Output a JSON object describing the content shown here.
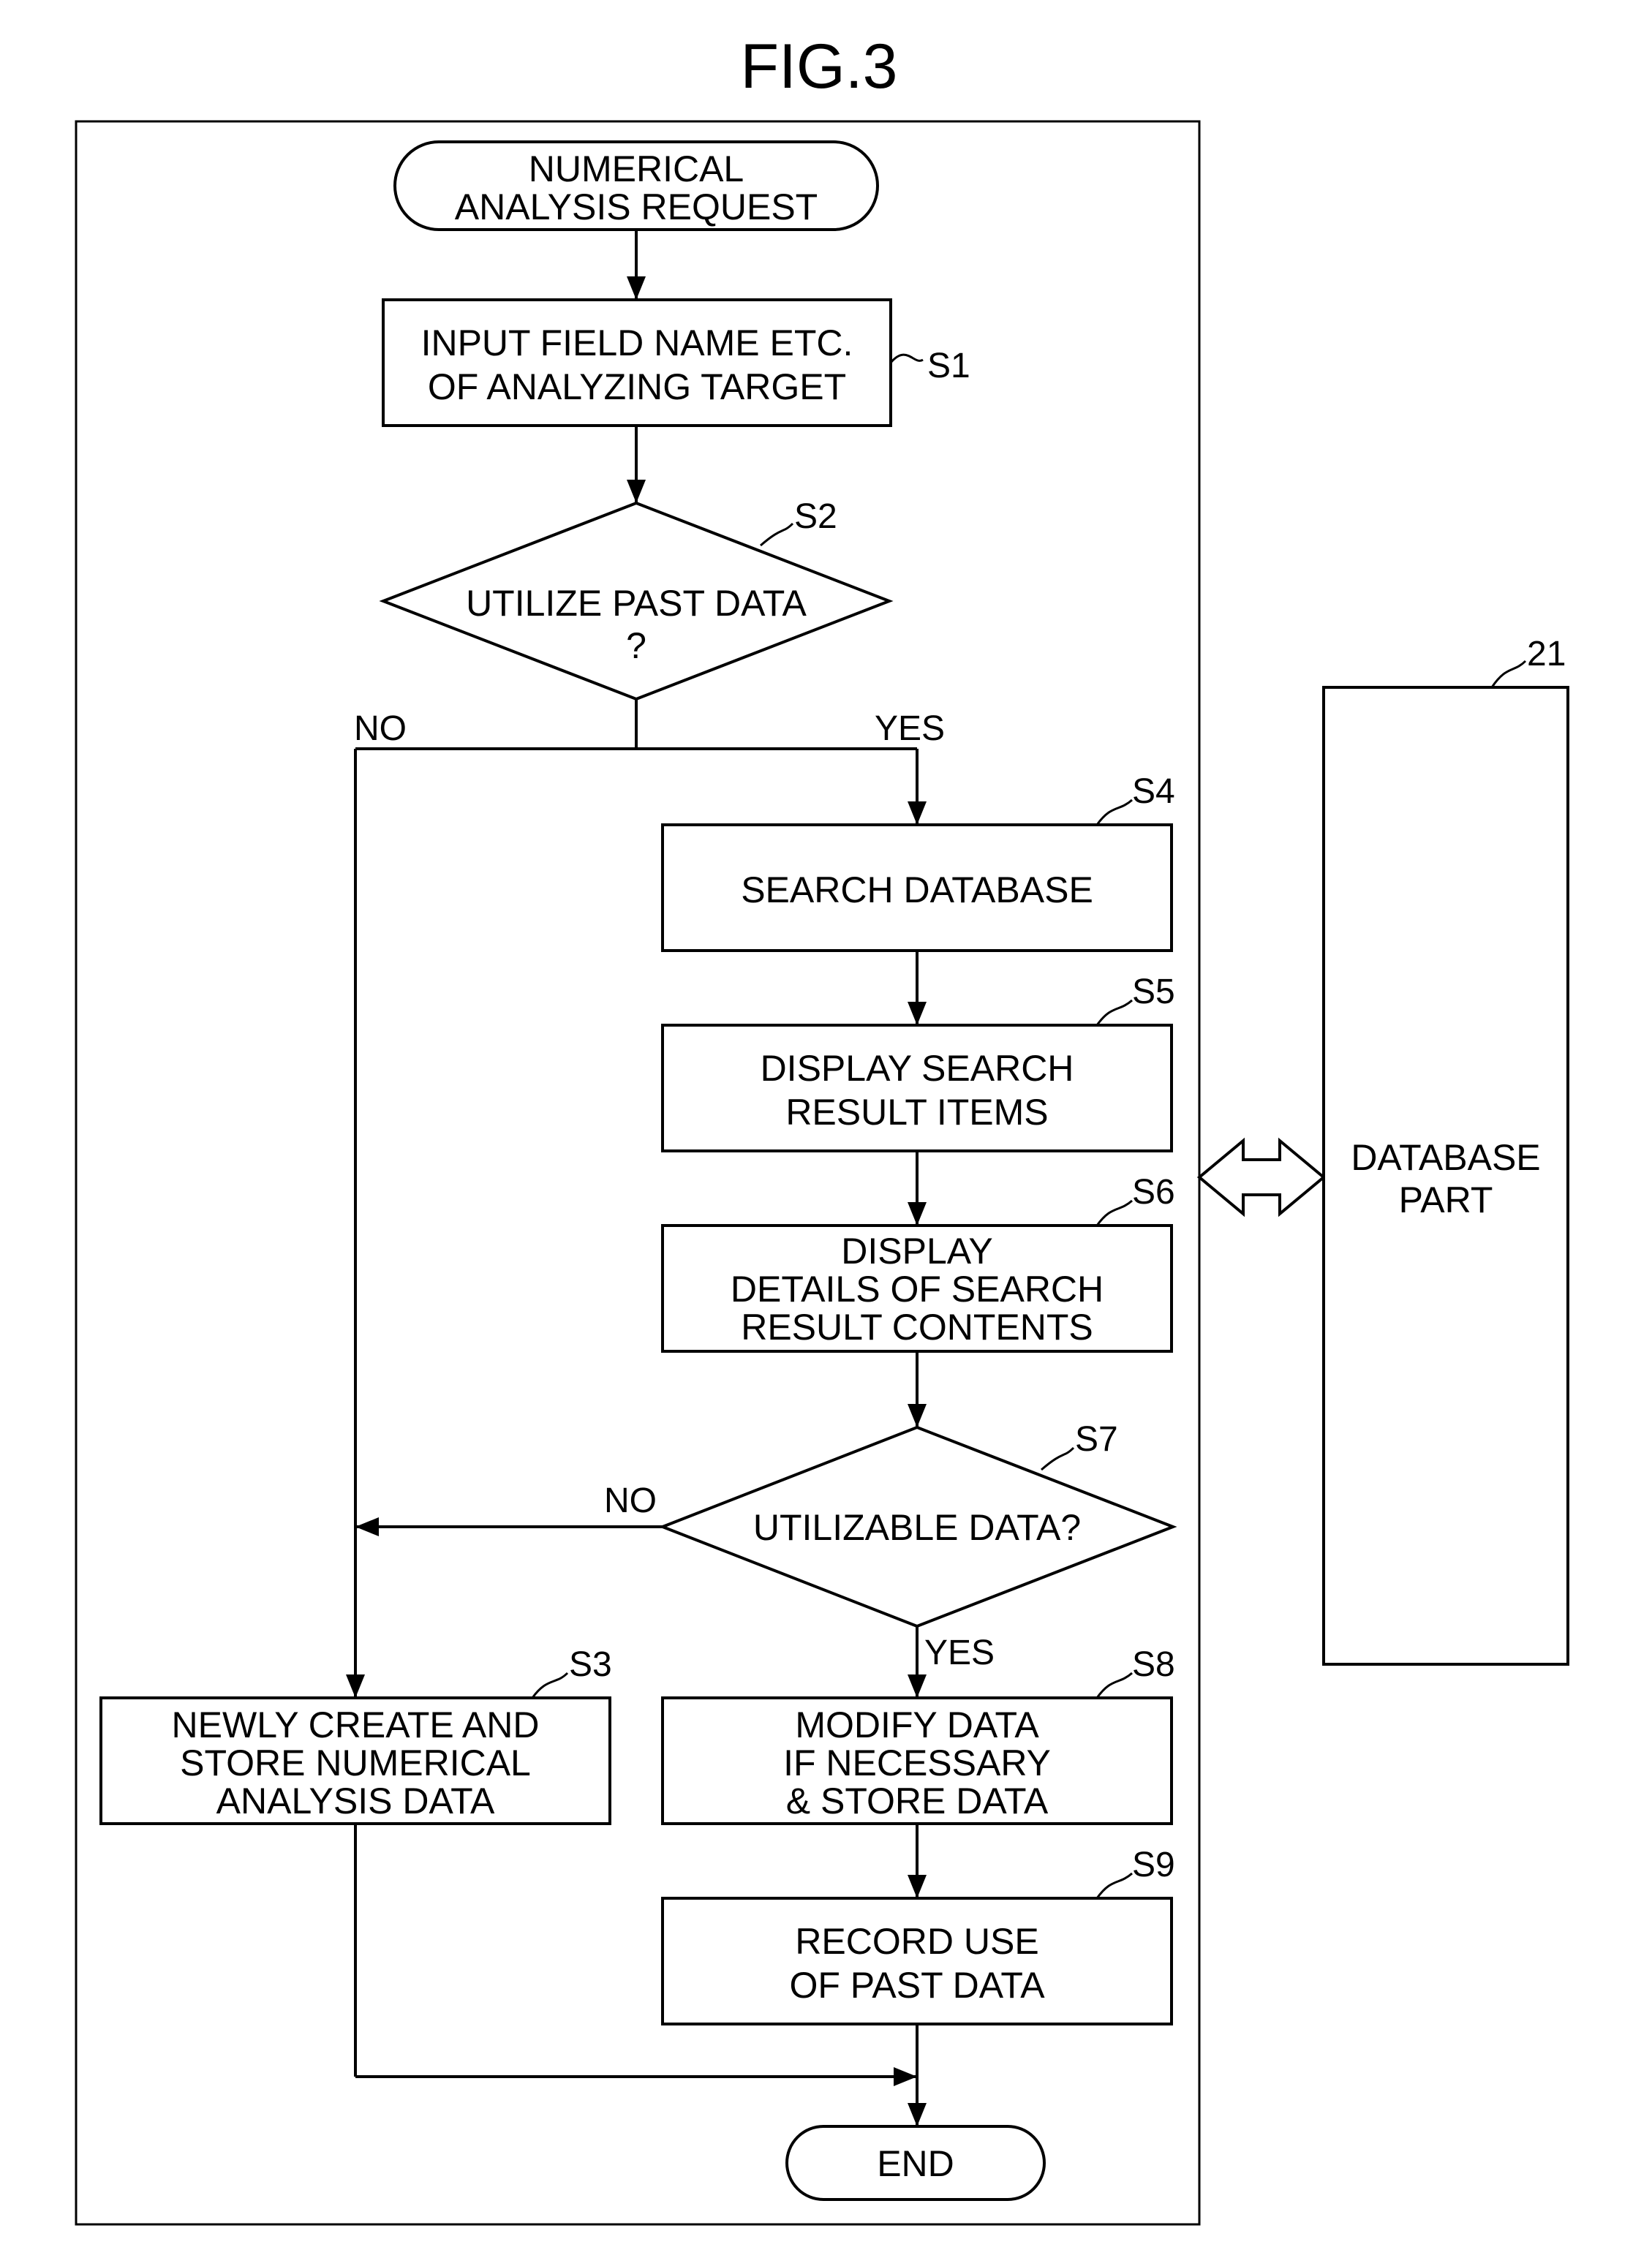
{
  "title": "FIG.3",
  "nodes": {
    "start": {
      "lines": [
        "NUMERICAL",
        "ANALYSIS REQUEST"
      ]
    },
    "s1": {
      "lines": [
        "INPUT FIELD NAME ETC.",
        "OF ANALYZING TARGET"
      ],
      "step": "S1"
    },
    "s2": {
      "lines": [
        "UTILIZE PAST DATA",
        "?"
      ],
      "step": "S2"
    },
    "s4": {
      "lines": [
        "SEARCH DATABASE"
      ],
      "step": "S4"
    },
    "s5": {
      "lines": [
        "DISPLAY SEARCH",
        "RESULT ITEMS"
      ],
      "step": "S5"
    },
    "s6": {
      "lines": [
        "DISPLAY",
        "DETAILS OF SEARCH",
        "RESULT CONTENTS"
      ],
      "step": "S6"
    },
    "s7": {
      "lines": [
        "UTILIZABLE DATA?"
      ],
      "step": "S7"
    },
    "s3": {
      "lines": [
        "NEWLY CREATE AND",
        "STORE NUMERICAL",
        "ANALYSIS DATA"
      ],
      "step": "S3"
    },
    "s8": {
      "lines": [
        "MODIFY DATA",
        "IF NECESSARY",
        "& STORE DATA"
      ],
      "step": "S8"
    },
    "s9": {
      "lines": [
        "RECORD USE",
        "OF PAST DATA"
      ],
      "step": "S9"
    },
    "end": {
      "lines": [
        "END"
      ]
    }
  },
  "branches": {
    "s2_no": "NO",
    "s2_yes": "YES",
    "s7_no": "NO",
    "s7_yes": "YES"
  },
  "database": {
    "lines": [
      "DATABASE",
      "PART"
    ],
    "ref": "21"
  }
}
